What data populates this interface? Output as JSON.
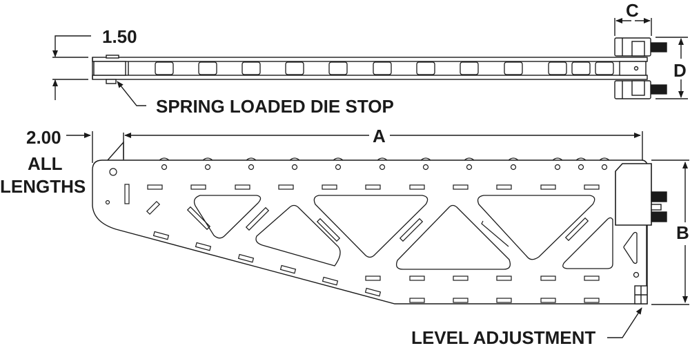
{
  "diagram": {
    "title": "Die stop / conveyor rail dimension drawing",
    "top_view": {
      "dimension_height": "1.50",
      "callout_spring": "SPRING LOADED DIE STOP",
      "dimension_c": "C",
      "dimension_d": "D",
      "roller_count": 12
    },
    "side_view": {
      "dimension_offset_line1": "2.00",
      "dimension_offset_line2": "ALL",
      "dimension_offset_line3": "LENGTHS",
      "dimension_a": "A",
      "dimension_b": "B",
      "callout_level": "LEVEL ADJUSTMENT"
    },
    "colors": {
      "line": "#1a1a1a",
      "fill": "#ffffff"
    }
  }
}
